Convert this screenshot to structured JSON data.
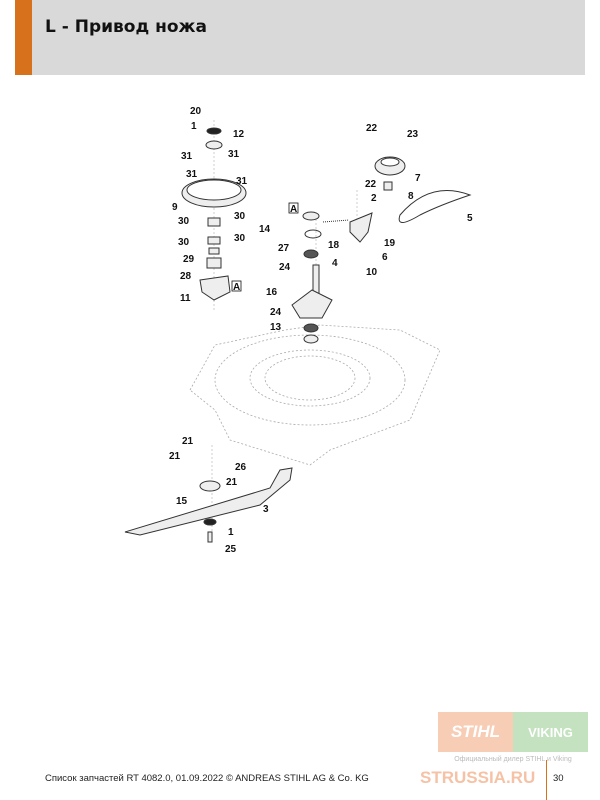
{
  "header": {
    "title": "L - Привод ножа"
  },
  "diagram": {
    "callouts": [
      "20",
      "1",
      "12",
      "31",
      "31",
      "31",
      "31",
      "9",
      "30",
      "30",
      "30",
      "30",
      "29",
      "28",
      "11",
      "A",
      "22",
      "23",
      "7",
      "22",
      "2",
      "8",
      "A",
      "14",
      "18",
      "5",
      "19",
      "6",
      "10",
      "27",
      "24",
      "4",
      "16",
      "24",
      "13",
      "21",
      "21",
      "26",
      "21",
      "15",
      "3",
      "1",
      "25"
    ]
  },
  "footer": {
    "text": "Список запчастей RT 4082.0, 01.09.2022 © ANDREAS STIHL AG & Co. KG",
    "page": "30"
  },
  "watermark": {
    "stihl": "STIHL",
    "viking": "VIKING",
    "subtitle": "Официальный дилер STIHL и Viking",
    "site": "STRUSSIA.RU"
  },
  "colors": {
    "accent": "#d8711c",
    "header_bg": "#d9d9d9"
  }
}
